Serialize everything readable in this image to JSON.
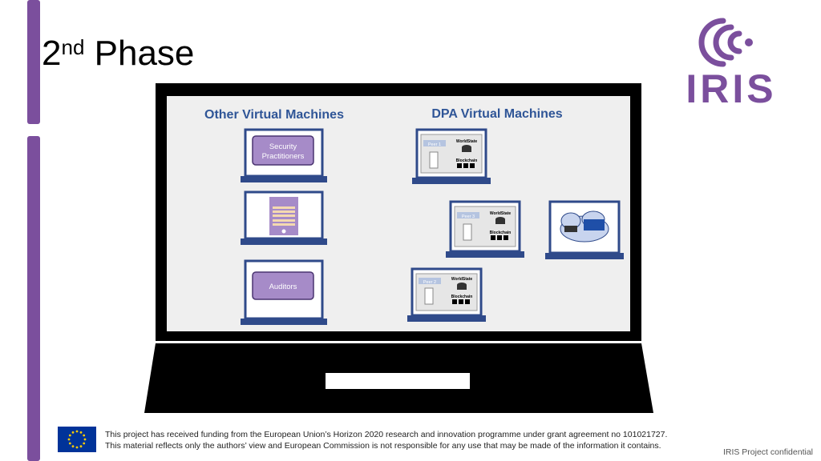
{
  "slide": {
    "title_main": "2",
    "title_sup": "nd",
    "title_rest": " Phase"
  },
  "logo": {
    "text": "IRIS",
    "color": "#7b4f9d",
    "icon": "iris-logo-icon"
  },
  "diagram": {
    "heading_other": "Other Virtual Machines",
    "heading_dpa": "DPA Virtual Machines",
    "heading_color": "#2f5597",
    "box_security": [
      "Security",
      "Practitioners"
    ],
    "box_auditors": "Auditors",
    "box_fill": "#a68bc8",
    "peers": [
      "Peer 1",
      "Peer 2",
      "Peer 3"
    ],
    "worldstate": "WorldState",
    "blockchain": "Blockchain",
    "laptop_frame_color": "#2f4a8a"
  },
  "footer": {
    "line1": "This project has received funding from the European Union’s Horizon 2020 research and innovation programme under grant agreement no 101021727.",
    "line2": "This material reflects only the authors’ view and European Commission is not responsible for any use that may be made of the information it contains.",
    "confidential": "IRIS Project confidential",
    "flag_icon": "eu-flag-icon"
  }
}
